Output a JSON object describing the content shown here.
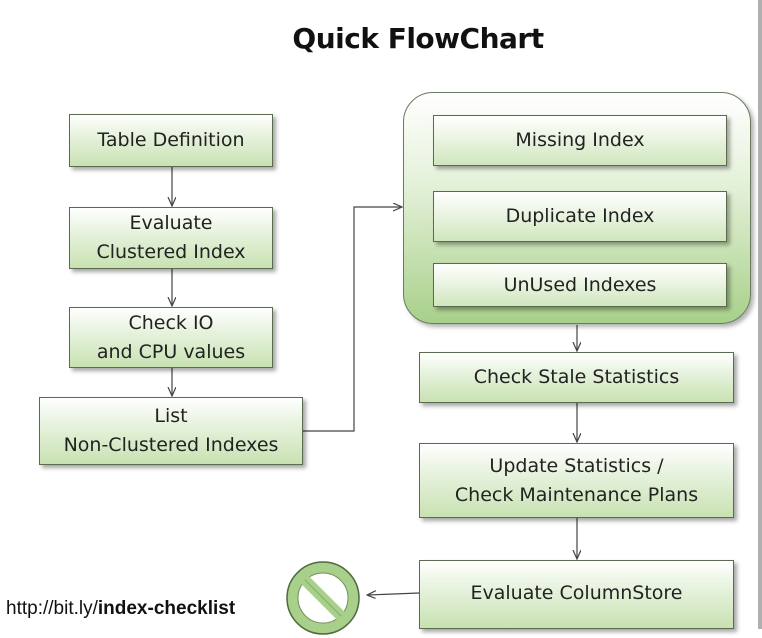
{
  "title": "Quick FlowChart",
  "nodes": {
    "table_definition": "Table Definition",
    "evaluate_clustered": "Evaluate\nClustered Index",
    "check_io": "Check IO\nand CPU values",
    "list_nonclustered": "List\nNon-Clustered Indexes",
    "missing_index": "Missing Index",
    "duplicate_index": "Duplicate Index",
    "unused_indexes": "UnUsed Indexes",
    "check_stale": "Check Stale Statistics",
    "update_statistics": "Update Statistics /\nCheck Maintenance Plans",
    "evaluate_columnstore": "Evaluate ColumnStore"
  },
  "footer": {
    "prefix": "http://bit.ly/",
    "path": "index-checklist"
  },
  "icons": {
    "prohibition": "no-entry-icon"
  },
  "colors": {
    "node_fill_top": "#ffffff",
    "node_fill_bottom": "#c8e2b2",
    "group_fill_bottom": "#a8d08a",
    "prohibition_fill": "#a8d08a"
  }
}
